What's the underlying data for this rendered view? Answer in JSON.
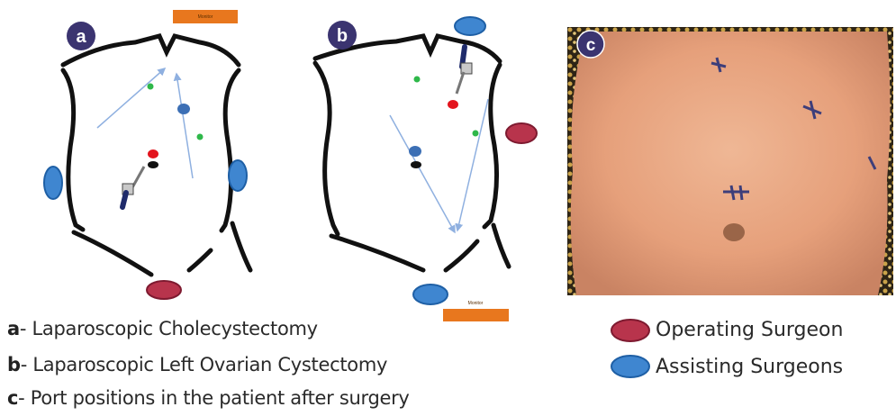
{
  "panels": [
    {
      "id": "a",
      "label": "a",
      "monitor_label": "Monitor"
    },
    {
      "id": "b",
      "label": "b",
      "monitor_label": "Monitor"
    },
    {
      "id": "c",
      "label": "c"
    }
  ],
  "captions": [
    {
      "letter": "a",
      "text": "- Laparoscopic Cholecystectomy"
    },
    {
      "letter": "b",
      "text": "- Laparoscopic Left Ovarian  Cystectomy"
    },
    {
      "letter": "c",
      "text": "- Port positions in the patient after surgery"
    }
  ],
  "legend": {
    "operating": "Operating Surgeon",
    "assisting": "Assisting Surgeons",
    "operating_color": "#b8344c",
    "assisting_color": "#3f86d0"
  },
  "colors": {
    "panel_label_bg": "#3b3470",
    "monitor": "#e8771e",
    "port_green": "#2fb84a",
    "port_red": "#e3141d",
    "port_blue": "#3c6fb5",
    "arrow": "#8fb0e0"
  }
}
